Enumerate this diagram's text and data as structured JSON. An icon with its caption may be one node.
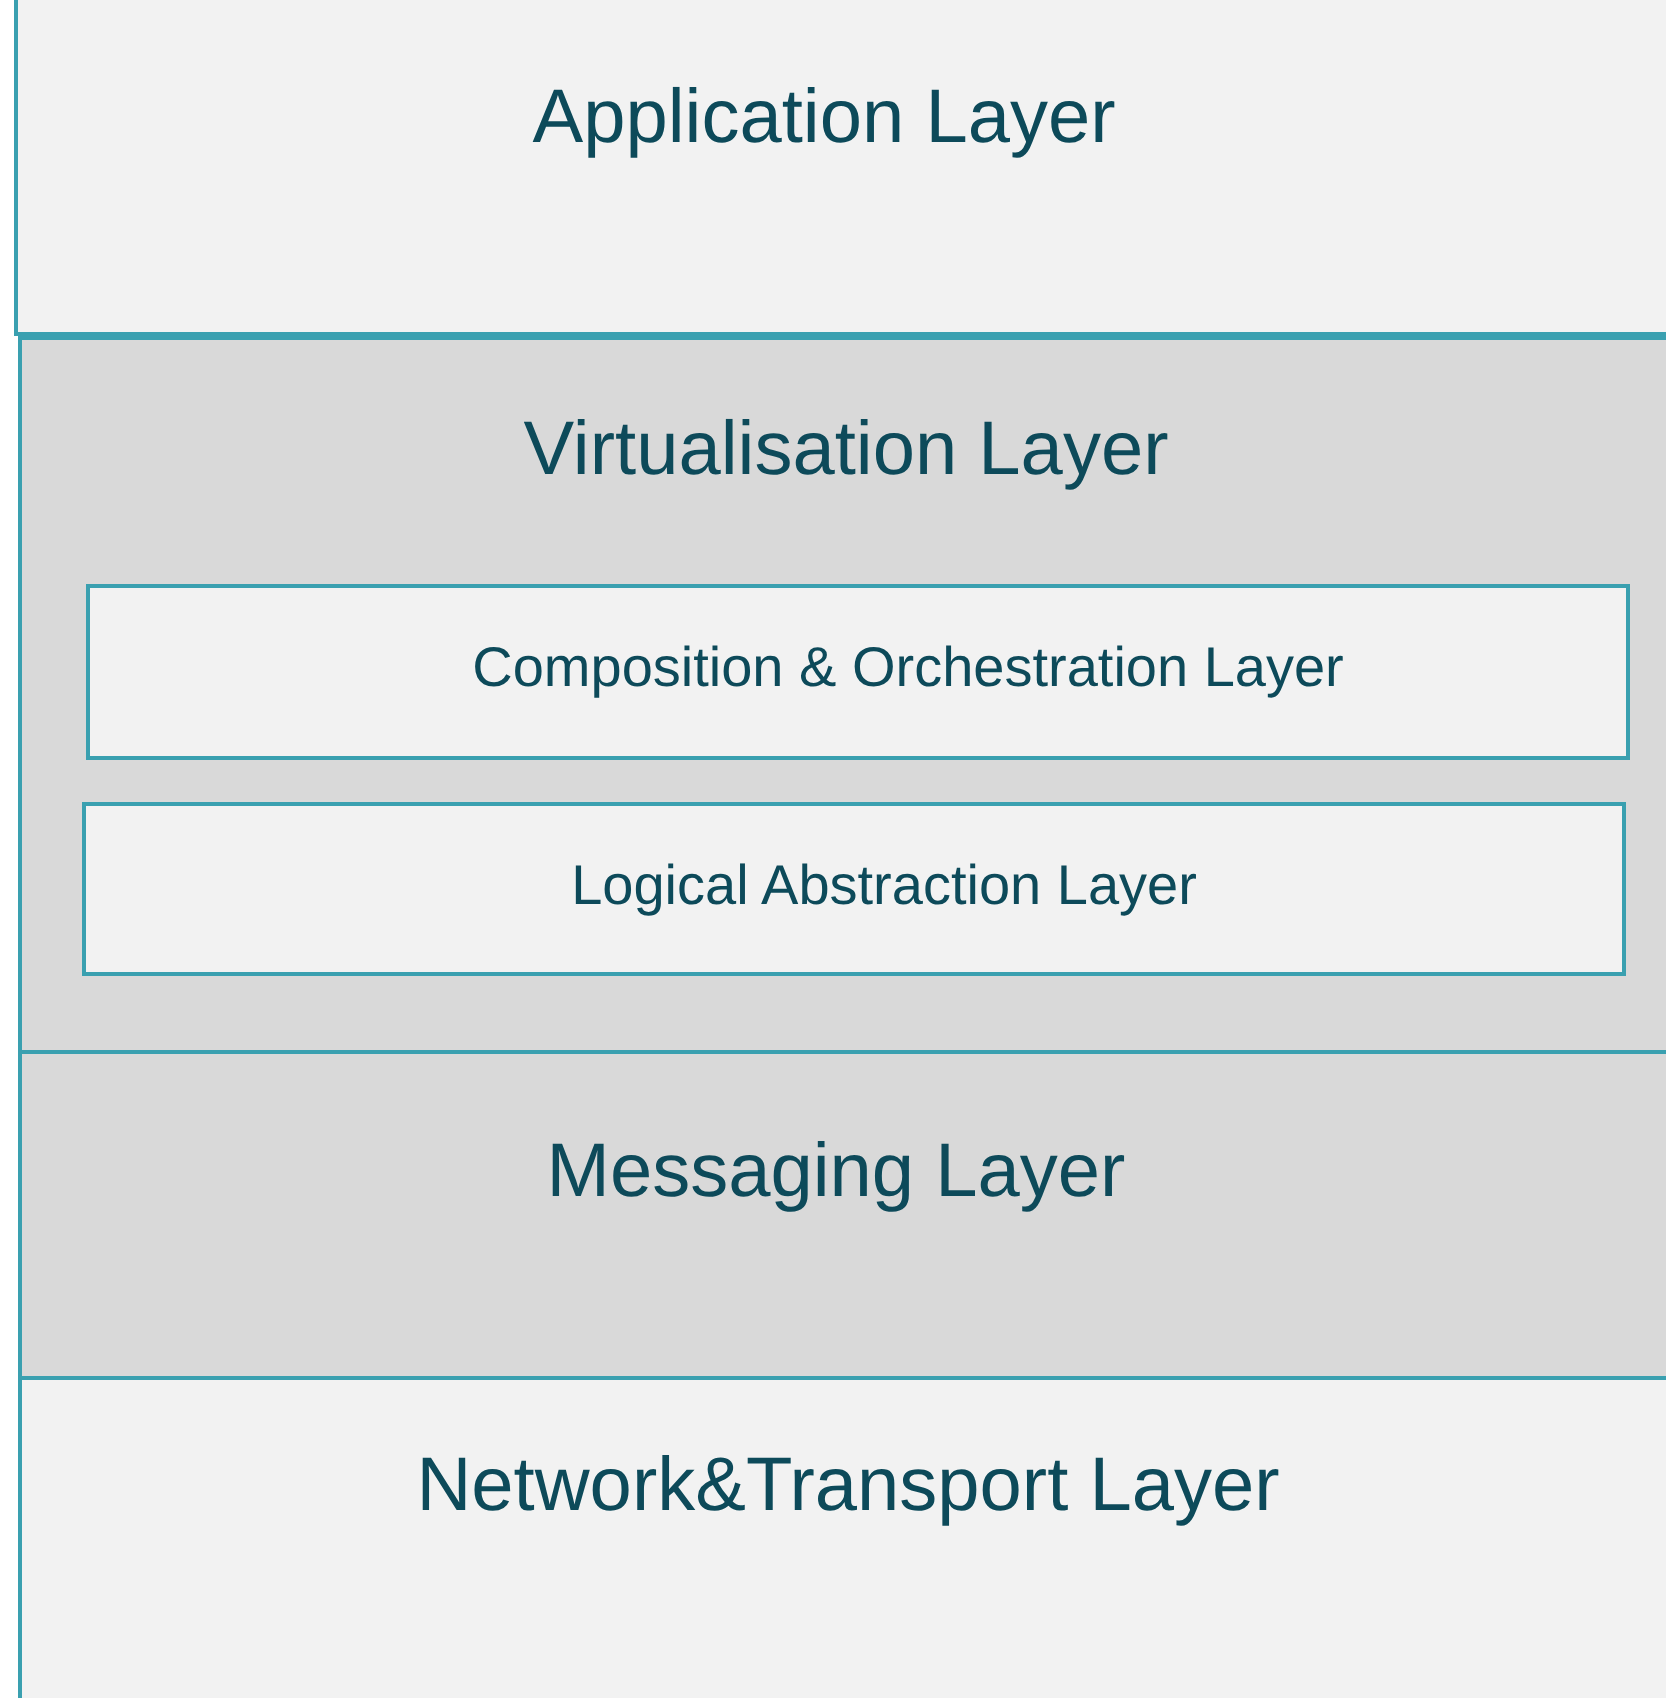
{
  "diagram": {
    "nodes": [
      {
        "text": [
          "Application Layer"
        ]
      },
      {
        "text": [
          "Virtualisation Layer"
        ]
      },
      {
        "text": [
          "Composition & Orchestration Layer"
        ],
        "in": 1
      },
      {
        "text": [
          "Logical Abstraction Layer"
        ],
        "in": 1
      },
      {
        "text": [
          "Messaging Layer"
        ]
      },
      {
        "text": [
          "Network&Transport Layer"
        ]
      }
    ]
  }
}
